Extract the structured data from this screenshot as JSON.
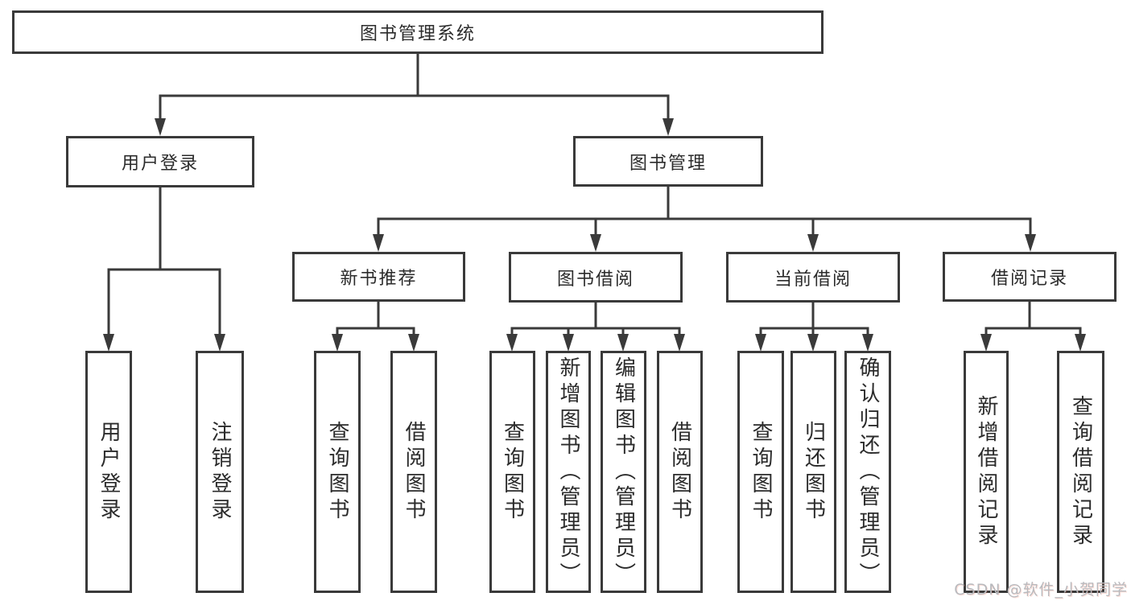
{
  "tree": {
    "root": {
      "label": "图书管理系统"
    },
    "branches": [
      {
        "label": "用户登录",
        "leaves": [
          {
            "label": "用户登录"
          },
          {
            "label": "注销登录"
          }
        ]
      },
      {
        "label": "图书管理",
        "groups": [
          {
            "label": "新书推荐",
            "leaves": [
              {
                "label": "查询图书"
              },
              {
                "label": "借阅图书"
              }
            ]
          },
          {
            "label": "图书借阅",
            "leaves": [
              {
                "label": "查询图书"
              },
              {
                "label": "新增图书（管理员）"
              },
              {
                "label": "编辑图书（管理员）"
              },
              {
                "label": "借阅图书"
              }
            ]
          },
          {
            "label": "当前借阅",
            "leaves": [
              {
                "label": "查询图书"
              },
              {
                "label": "归还图书"
              },
              {
                "label": "确认归还（管理员）"
              }
            ]
          },
          {
            "label": "借阅记录",
            "leaves": [
              {
                "label": "新增借阅记录"
              },
              {
                "label": "查询借阅记录"
              }
            ]
          }
        ]
      }
    ]
  },
  "watermark": {
    "text": "CSDN @软件_小贺同学"
  },
  "colors": {
    "line": "#3a3a3a",
    "box_border": "#3a3a3a",
    "text": "#2b2b2b",
    "watermark": "#b8babe",
    "background": "#ffffff"
  }
}
